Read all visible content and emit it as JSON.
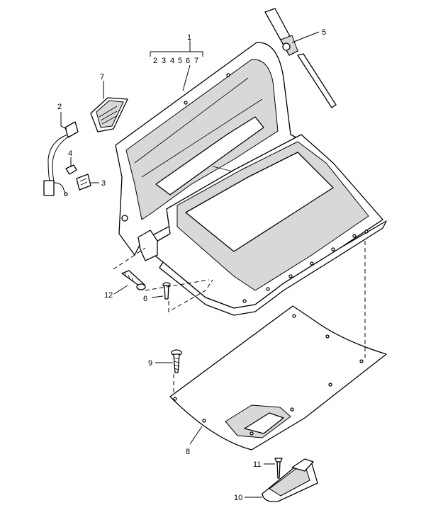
{
  "callouts": {
    "c1": "1",
    "c1_sub": [
      "2",
      "3",
      "4",
      "5",
      "6",
      "7"
    ],
    "c2": "2",
    "c3": "3",
    "c4": "4",
    "c5": "5",
    "c6": "6",
    "c7": "7",
    "c8": "8",
    "c9": "9",
    "c10": "10",
    "c11": "11",
    "c12": "12"
  }
}
